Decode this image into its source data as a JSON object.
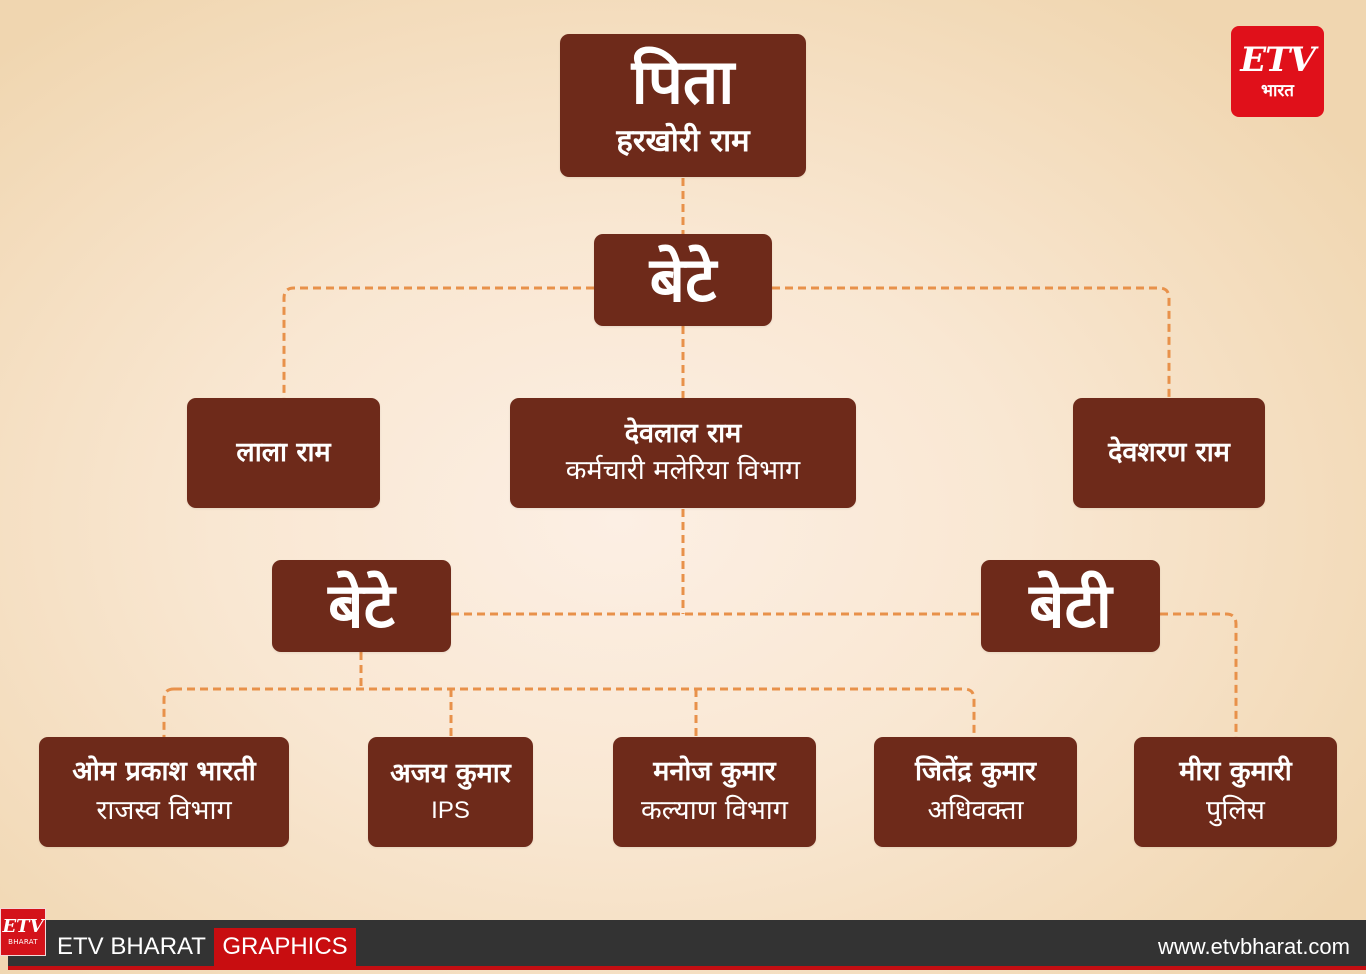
{
  "colors": {
    "box_fill": "#6e2a1a",
    "box_text": "#ffffff",
    "connector": "#e8914a",
    "background": "#f9e7d2",
    "brand_red": "#e0101a",
    "footer_bg": "#333333"
  },
  "logo": {
    "mark": "ETV",
    "subtitle": "भारत"
  },
  "tree": {
    "father": {
      "label": "पिता",
      "name": "हरखोरी राम"
    },
    "sons_header": {
      "label": "बेटे"
    },
    "sons": [
      {
        "name": "लाला राम"
      },
      {
        "name": "देवलाल राम",
        "role": "कर्मचारी मलेरिया विभाग"
      },
      {
        "name": "देवशरण राम"
      }
    ],
    "grandsons_header": {
      "label": "बेटे"
    },
    "granddaughter_header": {
      "label": "बेटी"
    },
    "grandchildren": [
      {
        "name": "ओम प्रकाश भारती",
        "role": "राजस्व विभाग"
      },
      {
        "name": "अजय कुमार",
        "role": "IPS"
      },
      {
        "name": "मनोज कुमार",
        "role": "कल्याण विभाग"
      },
      {
        "name": "जितेंद्र कुमार",
        "role": "अधिवक्ता"
      },
      {
        "name": "मीरा कुमारी",
        "role": "पुलिस"
      }
    ]
  },
  "footer": {
    "logo_mark": "ETV",
    "logo_sub": "BHARAT",
    "brand": "ETV BHARAT",
    "tag": "GRAPHICS",
    "url": "www.etvbharat.com"
  }
}
